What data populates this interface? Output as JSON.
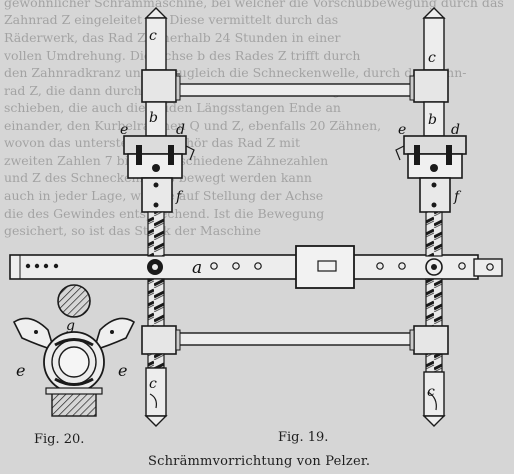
{
  "background_text": [
    "gewöhnlicher Schrämmaschine, bei welcher die Vorschubbewegung durch das",
    "Zahnrad Z eingeleitet ist. Diese vermittelt durch das",
    "Räderwerk, das Rad Z innerhalb 24 Stunden in einer",
    "vollen Umdrehung. Die Achse b des Rades Z trifft durch",
    "den Zahnradkranz und ist zugleich die Schneckenwelle, durch das Zahn-",
    "rad Z, die dann durch den Räderkranz die Bohrstangen",
    "schieben, die auch die beiden Längsstangen Ende an",
    "einander, den Kurbelrahmen Q und Z, ebenfalls 20 Zähnen,",
    "wovon das unterste als Zubehör das Rad Z mit",
    "zweiten Zahlen 7 bis 19 verschiedene Zähnezahlen",
    "und Z des Schneckenrades bewegt werden kann",
    "auch in jeder Lage, welche auf Stellung der Achse",
    "die des Gewindes entsprechend. Ist die Bewegung",
    "gesichert, so ist das Stück der Maschine"
  ],
  "figure_labels": {
    "c_top_left": "c",
    "c_top_right": "c",
    "c_bottom_left": "c",
    "c_bottom_right": "c",
    "b_left": "b",
    "b_right": "b",
    "d_left": "d",
    "d_right": "d",
    "e_left": "e",
    "e_right": "e",
    "f_left": "f",
    "f_right": "f",
    "a": "a",
    "g_fig20": "g",
    "e_fig20_left": "e",
    "e_fig20_right": "e"
  },
  "captions": {
    "fig20": "Fig. 20.",
    "fig19": "Fig. 19.",
    "main": "Schrämmvorrichtung von Pelzer."
  }
}
